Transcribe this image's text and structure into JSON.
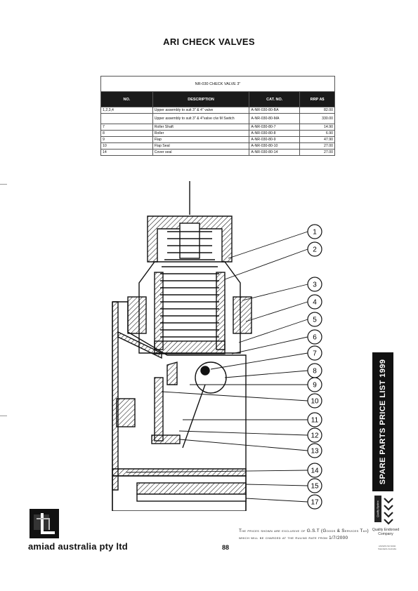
{
  "page": {
    "title": "ARI CHECK VALVES",
    "page_number": "88"
  },
  "table": {
    "caption": "NR-030 CHECK VALVE 3\"",
    "headers": [
      "NO.",
      "DESCRIPTION",
      "CAT. NO.",
      "RRP  A$"
    ],
    "rows": [
      [
        "1,2,3,4",
        "Upper assembly to suit 3\" & 4\" valve",
        "A-NR-030-80-BA",
        "82.00"
      ],
      [
        "",
        "Upper assembly to suit 3\" & 4\"valve c/w M Switch",
        "A-NR-030-80-MA",
        "330.00"
      ],
      [
        "7",
        "Roller Shaft",
        "A-NR-030-80-7",
        "14.90"
      ],
      [
        "8",
        "Roller",
        "A-NR-030-80-8",
        "6.90"
      ],
      [
        "9",
        "Flap",
        "A-NR-030-80-9",
        "47.90"
      ],
      [
        "10",
        "Flap Seal",
        "A-NR-030-80-10",
        "27.00"
      ],
      [
        "14",
        "Cover seal",
        "A-NR-030-80-14",
        "27.00"
      ]
    ]
  },
  "diagram": {
    "callouts": [
      "1",
      "2",
      "3",
      "4",
      "5",
      "6",
      "7",
      "8",
      "9",
      "10",
      "11",
      "12",
      "13",
      "14",
      "15",
      "17"
    ]
  },
  "side_banner": {
    "text": "SPARE PARTS PRICE LIST 1999"
  },
  "quality": {
    "label": "Quality System",
    "text": "Quality Endorsed Company",
    "small": "AS/NZS ISO 9002 Standards Australia"
  },
  "footer": {
    "company": "amiad australia pty ltd",
    "gst_note": "The prices shown are exclusive of G.S.T (Goods & Services Tax) which will be charged at the ruling rate from 1/7/2000"
  },
  "colors": {
    "ink": "#111111",
    "banner": "#111111",
    "table_header": "#1a1a1a"
  }
}
